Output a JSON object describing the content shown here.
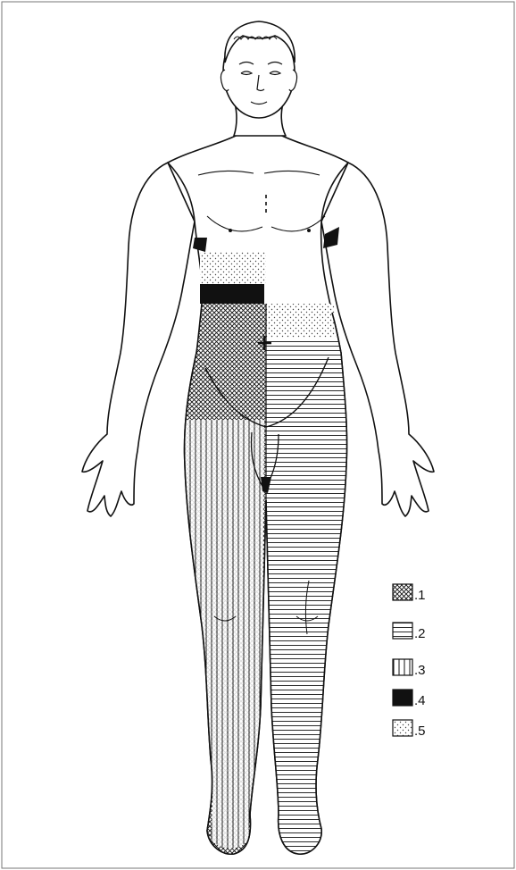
{
  "figure": {
    "colors": {
      "ink": "#111111",
      "paper": "#ffffff",
      "dot": "#444444"
    }
  },
  "legend": {
    "items": [
      {
        "label": ".1",
        "pattern": "crosshatch"
      },
      {
        "label": ".2",
        "pattern": "horizontal-lines"
      },
      {
        "label": ".3",
        "pattern": "vertical-lines"
      },
      {
        "label": ".4",
        "pattern": "solid"
      },
      {
        "label": ".5",
        "pattern": "stipple"
      }
    ]
  }
}
